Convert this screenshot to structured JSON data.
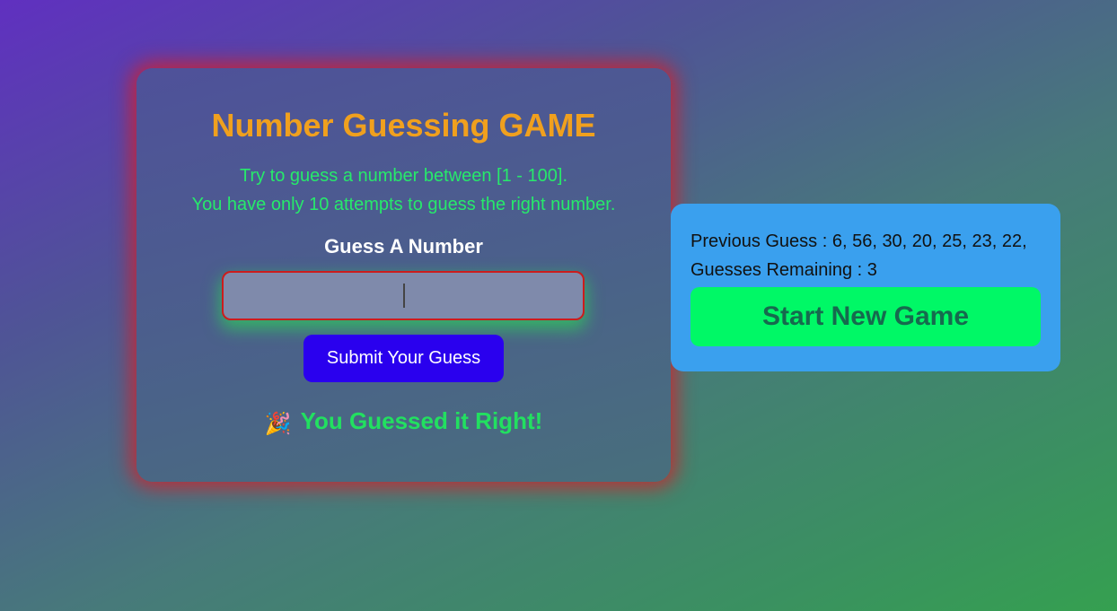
{
  "game": {
    "title": "Number Guessing GAME",
    "instruction_line1": "Try to guess a number between [1 - 100].",
    "instruction_line2": "You have only 10 attempts to guess the right number.",
    "guess_label": "Guess A Number",
    "input_value": "",
    "submit_label": "Submit Your Guess",
    "result_icon": "party-popper-icon",
    "result_message": "You Guessed it Right!"
  },
  "status": {
    "previous_guesses": "Previous Guess : 6, 56, 30, 20, 25, 23, 22,",
    "remaining": "Guesses Remaining : 3",
    "new_game_label": "Start New Game"
  },
  "colors": {
    "title": "#f0a01e",
    "instructions": "#27e96b",
    "submit_button": "#2a00ee",
    "panel": "#3aa0ee",
    "new_game_button": "#00f866",
    "card_glow": "#d71e28"
  }
}
